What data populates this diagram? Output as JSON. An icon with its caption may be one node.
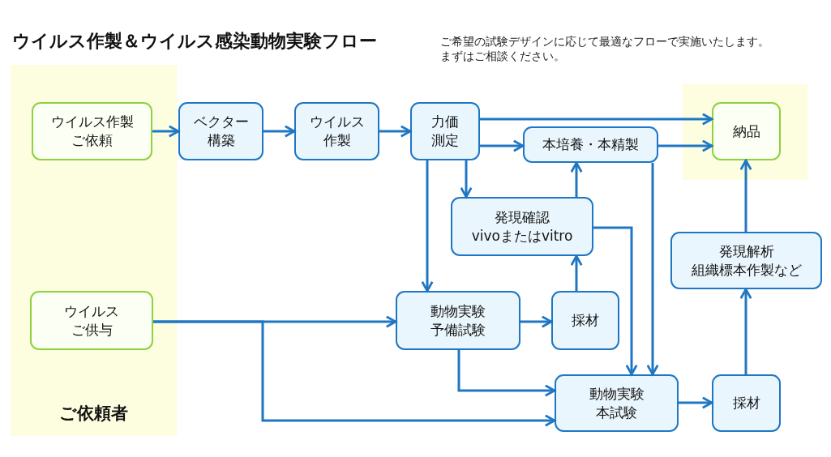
{
  "diagram": {
    "title": "ウイルス作製＆ウイルス感染動物実験フロー",
    "nodes": [
      {
        "text": [
          "ご依頼者"
        ]
      },
      {
        "text": [
          "ウイルス作製ご依頼"
        ],
        "in": 0
      },
      {
        "text": [
          "ベクター構築"
        ]
      },
      {
        "text": [
          "ウイルス作製"
        ]
      },
      {
        "text": [
          "力価測定"
        ]
      },
      {
        "text": [],
        "shape": "box"
      },
      {
        "text": [
          "納品"
        ],
        "in": 5
      },
      {
        "text": [
          "本培養・本精製"
        ]
      },
      {
        "text": [
          "発現確認vivoまたはvitro"
        ]
      },
      {
        "text": [
          "発現解析組織標本作製など"
        ]
      },
      {
        "text": [
          "ウイルスご供与"
        ],
        "in": 0
      },
      {
        "text": [
          "動物実験予備試験"
        ]
      },
      {
        "text": [
          "採材"
        ]
      },
      {
        "text": [
          "動物実験本試験"
        ]
      },
      {
        "text": [
          "採材"
        ]
      }
    ],
    "edges": [
      {
        "from": 1,
        "to": 2,
        "arrow": "to"
      },
      {
        "from": 2,
        "to": 3,
        "arrow": "to"
      },
      {
        "from": 3,
        "to": 4,
        "arrow": "to"
      },
      {
        "from": 4,
        "to": 6,
        "arrow": "to"
      },
      {
        "from": 4,
        "to": 7,
        "arrow": "to"
      },
      {
        "from": 7,
        "to": 6,
        "arrow": "to"
      },
      {
        "from": 4,
        "to": 8,
        "arrow": "to"
      },
      {
        "from": 4,
        "to": 11,
        "arrow": "to"
      },
      {
        "from": 8,
        "to": 7,
        "arrow": "to"
      },
      {
        "from": 12,
        "to": 8,
        "arrow": "to"
      },
      {
        "from": 8,
        "to": 13,
        "arrow": "to"
      },
      {
        "from": 7,
        "to": 13,
        "arrow": "to"
      },
      {
        "from": 10,
        "to": 11,
        "arrow": "to"
      },
      {
        "from": 10,
        "to": 13,
        "arrow": "to"
      },
      {
        "from": 11,
        "to": 12,
        "arrow": "to"
      },
      {
        "from": 11,
        "to": 13,
        "arrow": "to"
      },
      {
        "from": 13,
        "to": 14,
        "arrow": "to"
      },
      {
        "from": 14,
        "to": 9,
        "arrow": "to"
      },
      {
        "from": 9,
        "to": 6,
        "arrow": "to"
      }
    ],
    "labels": [
      "ご希望の試験デザインに応じて最適なフローで実施いたします。まずはご相談ください。"
    ]
  }
}
